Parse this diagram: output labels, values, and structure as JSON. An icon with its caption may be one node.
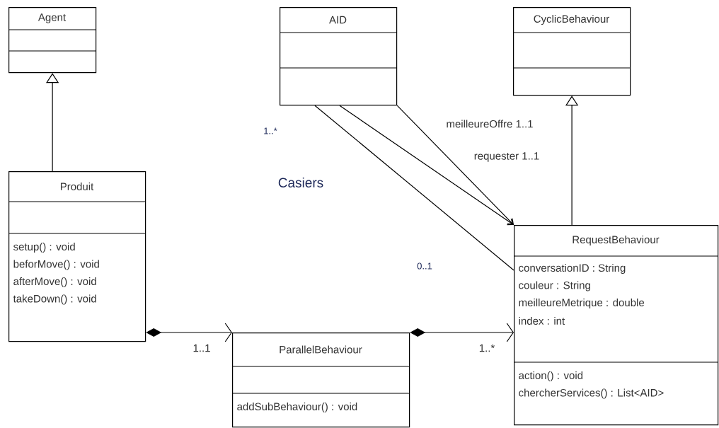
{
  "diagram": {
    "nodes": [
      {
        "text": [
          "Agent"
        ]
      },
      {
        "text": [
          "AID"
        ]
      },
      {
        "text": [
          "CyclicBehaviour"
        ]
      },
      {
        "text": [
          "Produit",
          "setup() : void",
          "beforMove() : void",
          "afterMove() : void",
          "takeDown() : void"
        ]
      },
      {
        "text": [
          "ParallelBehaviour",
          "addSubBehaviour() : void"
        ]
      },
      {
        "text": [
          "RequestBehaviour",
          "conversationID : String",
          "couleur : String",
          "meilleureMetrique : double",
          "index : int",
          "action() : void",
          "chercherServices() : List<AID>"
        ]
      }
    ],
    "edges": [
      {
        "from": 3,
        "to": 0,
        "arrow": "to"
      },
      {
        "from": 5,
        "to": 2,
        "arrow": "to"
      },
      {
        "from": 3,
        "to": 4,
        "arrow": "to",
        "label": "1..1"
      },
      {
        "from": 4,
        "to": 5,
        "arrow": "to",
        "label": "1..*"
      },
      {
        "from": 1,
        "to": 5,
        "arrow": "none"
      },
      {
        "from": 1,
        "to": 5,
        "arrow": "to",
        "label": "requester 1..1"
      },
      {
        "from": 1,
        "to": 5,
        "arrow": "to",
        "label": "meilleureOffre 1..1"
      }
    ],
    "labels": [
      "1..*",
      "Casiers",
      "0..1"
    ]
  }
}
